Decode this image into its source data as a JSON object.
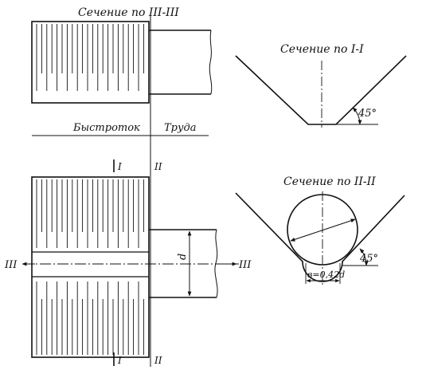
{
  "labels": {
    "section_III": "Сечение по III-III",
    "section_I": "Сечение по I-I",
    "section_II": "Сечение по II-II",
    "bystrotok": "Быстроток",
    "truba": "Труда",
    "roman_I": "I",
    "roman_II": "II",
    "roman_III": "III",
    "diameter": "d",
    "angle_45": "45°",
    "width": "в=0,42d"
  },
  "colors": {
    "ink": "#111111",
    "paper": "#ffffff"
  }
}
